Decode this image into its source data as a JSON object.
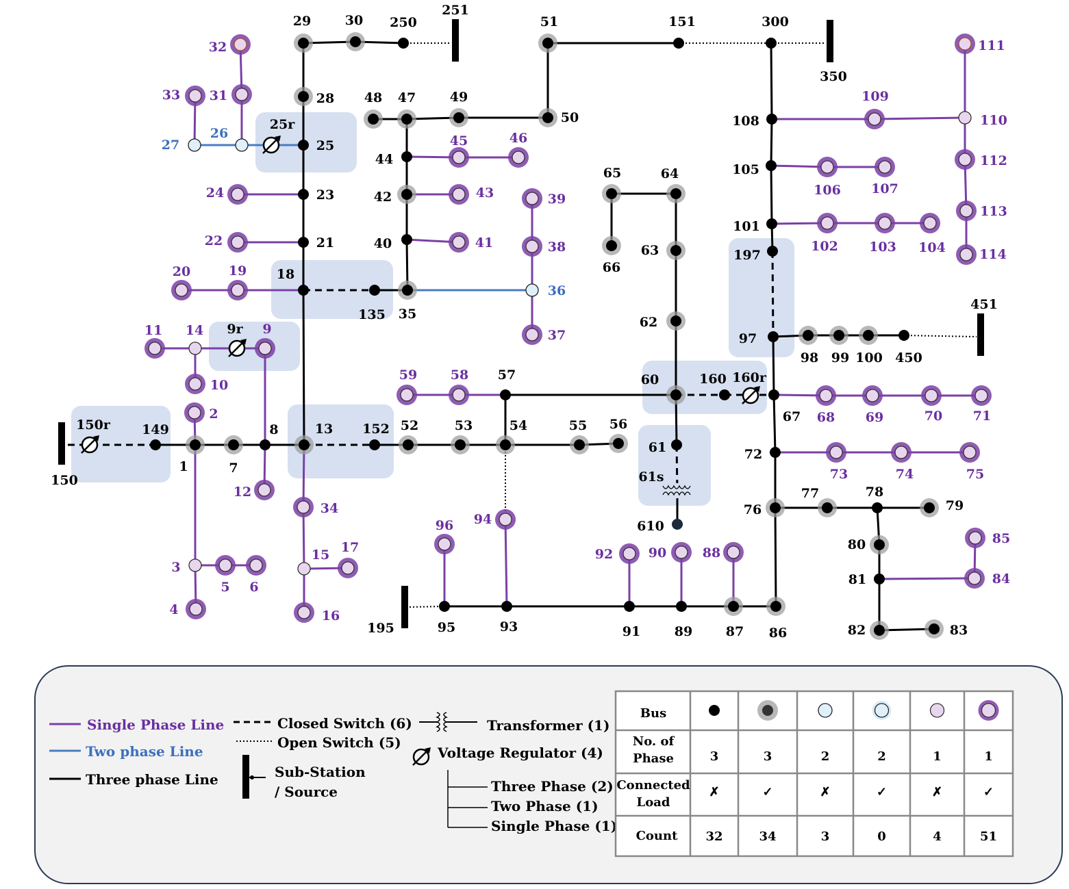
{
  "colors": {
    "single": "#7b3fa6",
    "two": "#4a7cc4",
    "three": "#000000",
    "zone": "#d6e0f0",
    "label_single": "#6a2fa0",
    "label_two": "#3c6fbf"
  },
  "buses": [
    {
      "id": "29",
      "t": "3L"
    },
    {
      "id": "30",
      "t": "3L"
    },
    {
      "id": "250",
      "t": "3"
    },
    {
      "id": "28",
      "t": "3L"
    },
    {
      "id": "25",
      "t": "3"
    },
    {
      "id": "23",
      "t": "3"
    },
    {
      "id": "21",
      "t": "3"
    },
    {
      "id": "18",
      "t": "3"
    },
    {
      "id": "32",
      "t": "1Lb"
    },
    {
      "id": "31",
      "t": "1L"
    },
    {
      "id": "33",
      "t": "1L"
    },
    {
      "id": "27",
      "t": "2"
    },
    {
      "id": "26",
      "t": "2"
    },
    {
      "id": "24",
      "t": "1L"
    },
    {
      "id": "22",
      "t": "1L"
    },
    {
      "id": "20",
      "t": "1L"
    },
    {
      "id": "19",
      "t": "1L"
    },
    {
      "id": "135",
      "t": "3"
    },
    {
      "id": "35",
      "t": "3L"
    },
    {
      "id": "36",
      "t": "2"
    },
    {
      "id": "37",
      "t": "1L"
    },
    {
      "id": "38",
      "t": "1L"
    },
    {
      "id": "39",
      "t": "1L"
    },
    {
      "id": "48",
      "t": "3L"
    },
    {
      "id": "47",
      "t": "3L"
    },
    {
      "id": "49",
      "t": "3L"
    },
    {
      "id": "50",
      "t": "3L"
    },
    {
      "id": "51",
      "t": "3L"
    },
    {
      "id": "151",
      "t": "3"
    },
    {
      "id": "300",
      "t": "3"
    },
    {
      "id": "44",
      "t": "3"
    },
    {
      "id": "45",
      "t": "1L"
    },
    {
      "id": "46",
      "t": "1L"
    },
    {
      "id": "42",
      "t": "3L"
    },
    {
      "id": "43",
      "t": "1L"
    },
    {
      "id": "40",
      "t": "3"
    },
    {
      "id": "41",
      "t": "1L"
    },
    {
      "id": "11",
      "t": "1L"
    },
    {
      "id": "14",
      "t": "1"
    },
    {
      "id": "9",
      "t": "1L"
    },
    {
      "id": "10",
      "t": "1L"
    },
    {
      "id": "2",
      "t": "1L"
    },
    {
      "id": "149",
      "t": "3"
    },
    {
      "id": "1",
      "t": "3L"
    },
    {
      "id": "7",
      "t": "3L"
    },
    {
      "id": "8",
      "t": "3"
    },
    {
      "id": "12",
      "t": "1L"
    },
    {
      "id": "13",
      "t": "3L"
    },
    {
      "id": "152",
      "t": "3"
    },
    {
      "id": "52",
      "t": "3L"
    },
    {
      "id": "53",
      "t": "3L"
    },
    {
      "id": "54",
      "t": "3L"
    },
    {
      "id": "55",
      "t": "3L"
    },
    {
      "id": "56",
      "t": "3L"
    },
    {
      "id": "57",
      "t": "3"
    },
    {
      "id": "58",
      "t": "1L"
    },
    {
      "id": "59",
      "t": "1L"
    },
    {
      "id": "34",
      "t": "1L"
    },
    {
      "id": "15",
      "t": "1"
    },
    {
      "id": "17",
      "t": "1L"
    },
    {
      "id": "16",
      "t": "1L"
    },
    {
      "id": "3",
      "t": "1"
    },
    {
      "id": "5",
      "t": "1L"
    },
    {
      "id": "6",
      "t": "1L"
    },
    {
      "id": "4",
      "t": "1L"
    },
    {
      "id": "94",
      "t": "1L"
    },
    {
      "id": "96",
      "t": "1L"
    },
    {
      "id": "95",
      "t": "3"
    },
    {
      "id": "93",
      "t": "3"
    },
    {
      "id": "91",
      "t": "3"
    },
    {
      "id": "89",
      "t": "3"
    },
    {
      "id": "87",
      "t": "3L"
    },
    {
      "id": "86",
      "t": "3L"
    },
    {
      "id": "92",
      "t": "1L"
    },
    {
      "id": "90",
      "t": "1L"
    },
    {
      "id": "88",
      "t": "1L"
    },
    {
      "id": "65",
      "t": "3L"
    },
    {
      "id": "64",
      "t": "3L"
    },
    {
      "id": "66",
      "t": "3L"
    },
    {
      "id": "63",
      "t": "3L"
    },
    {
      "id": "62",
      "t": "3L"
    },
    {
      "id": "60",
      "t": "3L"
    },
    {
      "id": "160",
      "t": "3"
    },
    {
      "id": "67",
      "t": "3"
    },
    {
      "id": "61",
      "t": "3"
    },
    {
      "id": "610",
      "t": "3d"
    },
    {
      "id": "108",
      "t": "3"
    },
    {
      "id": "105",
      "t": "3"
    },
    {
      "id": "101",
      "t": "3"
    },
    {
      "id": "197",
      "t": "3"
    },
    {
      "id": "97",
      "t": "3"
    },
    {
      "id": "98",
      "t": "3L"
    },
    {
      "id": "99",
      "t": "3L"
    },
    {
      "id": "100",
      "t": "3L"
    },
    {
      "id": "450",
      "t": "3"
    },
    {
      "id": "109",
      "t": "1L"
    },
    {
      "id": "110",
      "t": "1"
    },
    {
      "id": "111",
      "t": "1Lb"
    },
    {
      "id": "112",
      "t": "1L"
    },
    {
      "id": "113",
      "t": "1L"
    },
    {
      "id": "114",
      "t": "1L"
    },
    {
      "id": "106",
      "t": "1L"
    },
    {
      "id": "107",
      "t": "1L"
    },
    {
      "id": "102",
      "t": "1L"
    },
    {
      "id": "103",
      "t": "1L"
    },
    {
      "id": "104",
      "t": "1L"
    },
    {
      "id": "68",
      "t": "1L"
    },
    {
      "id": "69",
      "t": "1L"
    },
    {
      "id": "70",
      "t": "1L"
    },
    {
      "id": "71",
      "t": "1L"
    },
    {
      "id": "72",
      "t": "3"
    },
    {
      "id": "73",
      "t": "1L"
    },
    {
      "id": "74",
      "t": "1L"
    },
    {
      "id": "75",
      "t": "1L"
    },
    {
      "id": "76",
      "t": "3L"
    },
    {
      "id": "77",
      "t": "3L"
    },
    {
      "id": "78",
      "t": "3"
    },
    {
      "id": "79",
      "t": "3L"
    },
    {
      "id": "80",
      "t": "3L"
    },
    {
      "id": "81",
      "t": "3"
    },
    {
      "id": "82",
      "t": "3L"
    },
    {
      "id": "83",
      "t": "3L"
    },
    {
      "id": "84",
      "t": "1L"
    },
    {
      "id": "85",
      "t": "1L"
    }
  ],
  "lines": [
    {
      "a": "29",
      "b": "30",
      "c": "3"
    },
    {
      "a": "30",
      "b": "250",
      "c": "3"
    },
    {
      "a": "250",
      "b": "S251",
      "c": "open"
    },
    {
      "a": "29",
      "b": "28",
      "c": "3"
    },
    {
      "a": "28",
      "b": "25",
      "c": "3"
    },
    {
      "a": "25",
      "b": "23",
      "c": "3"
    },
    {
      "a": "23",
      "b": "21",
      "c": "3"
    },
    {
      "a": "21",
      "b": "18",
      "c": "3"
    },
    {
      "a": "18",
      "b": "13",
      "c": "3"
    },
    {
      "a": "32",
      "b": "31",
      "c": "1"
    },
    {
      "a": "31",
      "b": "26",
      "c": "1"
    },
    {
      "a": "33",
      "b": "27",
      "c": "1"
    },
    {
      "a": "27",
      "b": "26",
      "c": "2"
    },
    {
      "a": "26",
      "b": "25",
      "c": "2"
    },
    {
      "a": "24",
      "b": "23",
      "c": "1"
    },
    {
      "a": "22",
      "b": "21",
      "c": "1"
    },
    {
      "a": "20",
      "b": "19",
      "c": "1"
    },
    {
      "a": "19",
      "b": "18",
      "c": "1"
    },
    {
      "a": "18",
      "b": "135",
      "c": "closed"
    },
    {
      "a": "135",
      "b": "35",
      "c": "3"
    },
    {
      "a": "35",
      "b": "36",
      "c": "2"
    },
    {
      "a": "39",
      "b": "38",
      "c": "1"
    },
    {
      "a": "38",
      "b": "36",
      "c": "1"
    },
    {
      "a": "36",
      "b": "37",
      "c": "1"
    },
    {
      "a": "35",
      "b": "40",
      "c": "3"
    },
    {
      "a": "40",
      "b": "42",
      "c": "3"
    },
    {
      "a": "42",
      "b": "44",
      "c": "3"
    },
    {
      "a": "44",
      "b": "47",
      "c": "3"
    },
    {
      "a": "40",
      "b": "41",
      "c": "1"
    },
    {
      "a": "42",
      "b": "43",
      "c": "1"
    },
    {
      "a": "44",
      "b": "45",
      "c": "1"
    },
    {
      "a": "45",
      "b": "46",
      "c": "1"
    },
    {
      "a": "48",
      "b": "47",
      "c": "3"
    },
    {
      "a": "47",
      "b": "49",
      "c": "3"
    },
    {
      "a": "49",
      "b": "50",
      "c": "3"
    },
    {
      "a": "50",
      "b": "51",
      "c": "3"
    },
    {
      "a": "51",
      "b": "151",
      "c": "3"
    },
    {
      "a": "151",
      "b": "300",
      "c": "open"
    },
    {
      "a": "300",
      "b": "S350",
      "c": "open"
    },
    {
      "a": "300",
      "b": "108",
      "c": "3"
    },
    {
      "a": "108",
      "b": "105",
      "c": "3"
    },
    {
      "a": "105",
      "b": "101",
      "c": "3"
    },
    {
      "a": "101",
      "b": "197",
      "c": "3"
    },
    {
      "a": "197",
      "b": "97",
      "c": "closed"
    },
    {
      "a": "97",
      "b": "67",
      "c": "3"
    },
    {
      "a": "97",
      "b": "98",
      "c": "3"
    },
    {
      "a": "98",
      "b": "99",
      "c": "3"
    },
    {
      "a": "99",
      "b": "100",
      "c": "3"
    },
    {
      "a": "100",
      "b": "450",
      "c": "3"
    },
    {
      "a": "450",
      "b": "S451",
      "c": "open"
    },
    {
      "a": "108",
      "b": "109",
      "c": "1"
    },
    {
      "a": "109",
      "b": "110",
      "c": "1"
    },
    {
      "a": "111",
      "b": "110",
      "c": "1"
    },
    {
      "a": "110",
      "b": "112",
      "c": "1"
    },
    {
      "a": "112",
      "b": "113",
      "c": "1"
    },
    {
      "a": "113",
      "b": "114",
      "c": "1"
    },
    {
      "a": "105",
      "b": "106",
      "c": "1"
    },
    {
      "a": "106",
      "b": "107",
      "c": "1"
    },
    {
      "a": "101",
      "b": "102",
      "c": "1"
    },
    {
      "a": "102",
      "b": "103",
      "c": "1"
    },
    {
      "a": "103",
      "b": "104",
      "c": "1"
    },
    {
      "a": "11",
      "b": "14",
      "c": "1"
    },
    {
      "a": "14",
      "b": "9",
      "c": "1"
    },
    {
      "a": "14",
      "b": "10",
      "c": "1"
    },
    {
      "a": "9",
      "b": "8",
      "c": "1"
    },
    {
      "a": "8",
      "b": "12",
      "c": "1"
    },
    {
      "a": "S150",
      "b": "149",
      "c": "closed"
    },
    {
      "a": "149",
      "b": "1",
      "c": "3"
    },
    {
      "a": "1",
      "b": "7",
      "c": "3"
    },
    {
      "a": "7",
      "b": "8",
      "c": "3"
    },
    {
      "a": "8",
      "b": "13",
      "c": "3"
    },
    {
      "a": "13",
      "b": "152",
      "c": "closed"
    },
    {
      "a": "152",
      "b": "52",
      "c": "3"
    },
    {
      "a": "52",
      "b": "53",
      "c": "3"
    },
    {
      "a": "53",
      "b": "54",
      "c": "3"
    },
    {
      "a": "54",
      "b": "55",
      "c": "3"
    },
    {
      "a": "55",
      "b": "56",
      "c": "3"
    },
    {
      "a": "2",
      "b": "1",
      "c": "1"
    },
    {
      "a": "1",
      "b": "3",
      "c": "1"
    },
    {
      "a": "3",
      "b": "5",
      "c": "1"
    },
    {
      "a": "5",
      "b": "6",
      "c": "1"
    },
    {
      "a": "3",
      "b": "4",
      "c": "1"
    },
    {
      "a": "13",
      "b": "34",
      "c": "1"
    },
    {
      "a": "34",
      "b": "15",
      "c": "1"
    },
    {
      "a": "15",
      "b": "17",
      "c": "1"
    },
    {
      "a": "15",
      "b": "16",
      "c": "1"
    },
    {
      "a": "54",
      "b": "57",
      "c": "3"
    },
    {
      "a": "59",
      "b": "58",
      "c": "1"
    },
    {
      "a": "58",
      "b": "57",
      "c": "1"
    },
    {
      "a": "57",
      "b": "60",
      "c": "3"
    },
    {
      "a": "60",
      "b": "160",
      "c": "closed"
    },
    {
      "a": "160",
      "b": "67",
      "c": "closed"
    },
    {
      "a": "54",
      "b": "94",
      "c": "open"
    },
    {
      "a": "94",
      "b": "93",
      "c": "1"
    },
    {
      "a": "96",
      "b": "95",
      "c": "1"
    },
    {
      "a": "S195",
      "b": "95",
      "c": "open"
    },
    {
      "a": "95",
      "b": "93",
      "c": "3"
    },
    {
      "a": "93",
      "b": "91",
      "c": "3"
    },
    {
      "a": "91",
      "b": "89",
      "c": "3"
    },
    {
      "a": "89",
      "b": "87",
      "c": "3"
    },
    {
      "a": "87",
      "b": "86",
      "c": "3"
    },
    {
      "a": "92",
      "b": "91",
      "c": "1"
    },
    {
      "a": "90",
      "b": "89",
      "c": "1"
    },
    {
      "a": "88",
      "b": "87",
      "c": "1"
    },
    {
      "a": "65",
      "b": "64",
      "c": "3"
    },
    {
      "a": "65",
      "b": "66",
      "c": "3"
    },
    {
      "a": "64",
      "b": "63",
      "c": "3"
    },
    {
      "a": "63",
      "b": "62",
      "c": "3"
    },
    {
      "a": "62",
      "b": "60",
      "c": "3"
    },
    {
      "a": "60",
      "b": "61",
      "c": "3"
    },
    {
      "a": "61",
      "b": "T61s",
      "c": "closed"
    },
    {
      "a": "T61s",
      "b": "610",
      "c": "3"
    },
    {
      "a": "67",
      "b": "68",
      "c": "1"
    },
    {
      "a": "68",
      "b": "69",
      "c": "1"
    },
    {
      "a": "69",
      "b": "70",
      "c": "1"
    },
    {
      "a": "70",
      "b": "71",
      "c": "1"
    },
    {
      "a": "67",
      "b": "72",
      "c": "3"
    },
    {
      "a": "72",
      "b": "73",
      "c": "1"
    },
    {
      "a": "73",
      "b": "74",
      "c": "1"
    },
    {
      "a": "74",
      "b": "75",
      "c": "1"
    },
    {
      "a": "72",
      "b": "76",
      "c": "3"
    },
    {
      "a": "76",
      "b": "86",
      "c": "3"
    },
    {
      "a": "76",
      "b": "77",
      "c": "3"
    },
    {
      "a": "77",
      "b": "78",
      "c": "3"
    },
    {
      "a": "78",
      "b": "79",
      "c": "3"
    },
    {
      "a": "78",
      "b": "80",
      "c": "3"
    },
    {
      "a": "80",
      "b": "81",
      "c": "3"
    },
    {
      "a": "81",
      "b": "82",
      "c": "3"
    },
    {
      "a": "82",
      "b": "83",
      "c": "3"
    },
    {
      "a": "81",
      "b": "84",
      "c": "1"
    },
    {
      "a": "84",
      "b": "85",
      "c": "1"
    }
  ],
  "substations": [
    "251",
    "350",
    "451",
    "150",
    "195"
  ],
  "regulators": [
    "25r",
    "9r",
    "150r",
    "160r"
  ],
  "transformer_label": "61s",
  "legend": {
    "single": "Single Phase Line",
    "two": "Two phase Line",
    "three": "Three phase Line",
    "closed": "Closed Switch (6)",
    "open": "Open Switch (5)",
    "substation": [
      "Sub-Station",
      "/ Source"
    ],
    "transformer": "Transformer (1)",
    "regulator": "Voltage Regulator (4)",
    "reg_three": "Three Phase (2)",
    "reg_two": "Two Phase (1)",
    "reg_single": "Single Phase (1)"
  },
  "table": {
    "row_labels": [
      "Bus",
      "No. of Phase",
      "Connected Load",
      "Count"
    ],
    "phases": [
      "3",
      "3",
      "2",
      "2",
      "1",
      "1"
    ],
    "load": [
      "✗",
      "✓",
      "✗",
      "✓",
      "✗",
      "✓"
    ],
    "count": [
      "32",
      "34",
      "3",
      "0",
      "4",
      "51"
    ]
  }
}
